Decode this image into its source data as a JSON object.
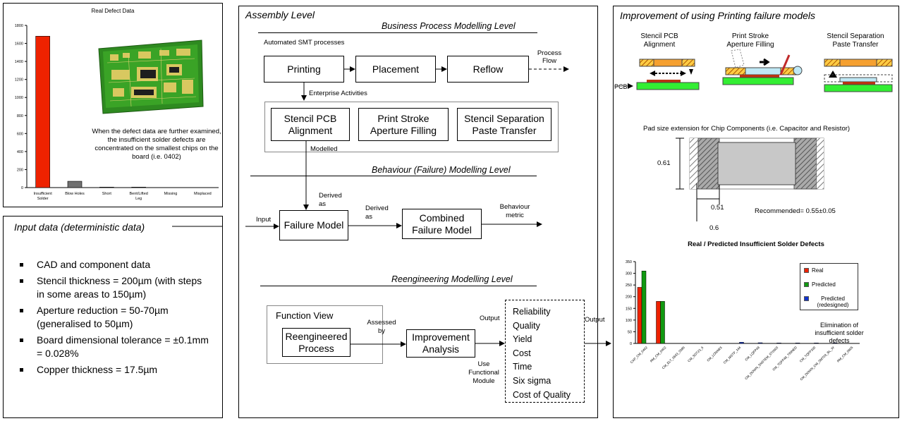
{
  "defect_chart": {
    "title": "Real Defect Data",
    "note": "When the defect data are further examined, the insufficient solder defects are concentrated on the smallest chips on the board (i.e. 0402)",
    "chart_data": {
      "type": "bar",
      "title": "Real Defect Data",
      "categories": [
        "Insufficient Solder",
        "Blow Holes",
        "Short",
        "Bent/Lifted Leg",
        "Missing",
        "Misplaced"
      ],
      "values": [
        1680,
        70,
        5,
        5,
        0,
        0
      ],
      "ylim": [
        0,
        1800
      ],
      "yticks": [
        "0",
        "200",
        "400",
        "600",
        "800",
        "1000",
        "1200",
        "1400",
        "1600",
        "1800"
      ],
      "colors": [
        "#ee2200",
        "#707070",
        "#707070",
        "#707070",
        "#707070",
        "#707070"
      ]
    },
    "board_photo_icon": "pcb-board-photo"
  },
  "input_panel": {
    "title": "Input data (deterministic data)",
    "items": [
      "CAD and component data",
      "Stencil thickness = 200µm (with steps in some areas to 150µm)",
      "Aperture reduction = 50-70µm (generalised to 50µm)",
      "Board dimensional tolerance = ±0.1mm = 0.028%",
      "Copper thickness = 17.5µm"
    ]
  },
  "assembly": {
    "title": "Assembly Level",
    "bpm_heading": "Business Process Modelling Level",
    "smt_label": "Automated SMT processes",
    "processes": [
      "Printing",
      "Placement",
      "Reflow"
    ],
    "process_flow": "Process Flow",
    "enterprise": "Enterprise Activities",
    "activities": [
      "Stencil PCB Alignment",
      "Print Stroke Aperture Filling",
      "Stencil Separation Paste Transfer"
    ],
    "modelled": "Modelled",
    "behaviour_heading": "Behaviour (Failure) Modelling Level",
    "derived_as_1": "Derived as",
    "derived_as_2": "Derived as",
    "input": "Input",
    "failure_model": "Failure Model",
    "combined_model": "Combined Failure Model",
    "behaviour_metric": "Behaviour metric",
    "reeng_heading": "Reengineering Modelling Level",
    "function_view": "Function View",
    "reengineered": "Reengineered Process",
    "assessed_by": "Assessed by",
    "improvement": "Improvement Analysis",
    "use_functional": "Use Functional Module",
    "output1": "Output",
    "output2": "Output",
    "metrics": [
      "Reliability",
      "Quality",
      "Yield",
      "Cost",
      "Time",
      "Six sigma",
      "Cost of Quality"
    ]
  },
  "improvement": {
    "title": "Improvement of using Printing failure models",
    "stage_labels": [
      "Stencil PCB Alignment",
      "Print Stroke Aperture Filling",
      "Stencil Separation Paste Transfer"
    ],
    "pcb": "PCB",
    "pad_caption": "Pad size extension for Chip Components (i.e. Capacitor and Resistor)",
    "dim_061": "0.61",
    "dim_051": "0.51",
    "dim_06": "0.6",
    "recommended": "Recommended= 0.55±0.05",
    "chart_title": "Real / Predicted Insufficient Solder Defects",
    "elimination": "Elimination of insufficient solder defects",
    "chart_data": {
      "type": "bar",
      "title": "Real / Predicted Insufficient Solder Defects",
      "categories": [
        "CAP_CM_0402",
        "RM_CM_0402",
        "CM_ELT_0603_SMN",
        "CM_SOT23_6",
        "CM_LOWMIX",
        "CM_MSTP_144",
        "CM_LQFP48",
        "CM_DOWN_SNSTEM_ST0603",
        "CM_TQFP48_TINNED",
        "CM_TQFP100",
        "CM_DOWN_CM_SMT03_BL_W",
        "RM_CM_0805"
      ],
      "series": [
        {
          "name": "Real",
          "color": "#ee2200",
          "values": [
            240,
            180,
            0,
            0,
            0,
            0,
            0,
            0,
            0,
            0,
            0,
            0
          ]
        },
        {
          "name": "Predicted",
          "color": "#119911",
          "values": [
            310,
            180,
            0,
            0,
            0,
            0,
            0,
            0,
            0,
            0,
            0,
            0
          ]
        },
        {
          "name": "Predicted (redesigned)",
          "color": "#1133cc",
          "values": [
            0,
            0,
            0,
            0,
            0,
            5,
            3,
            2,
            2,
            2,
            2,
            0
          ]
        }
      ],
      "ylim": [
        0,
        350
      ],
      "yticks": [
        "0",
        "50",
        "100",
        "150",
        "200",
        "250",
        "300",
        "350"
      ]
    }
  }
}
